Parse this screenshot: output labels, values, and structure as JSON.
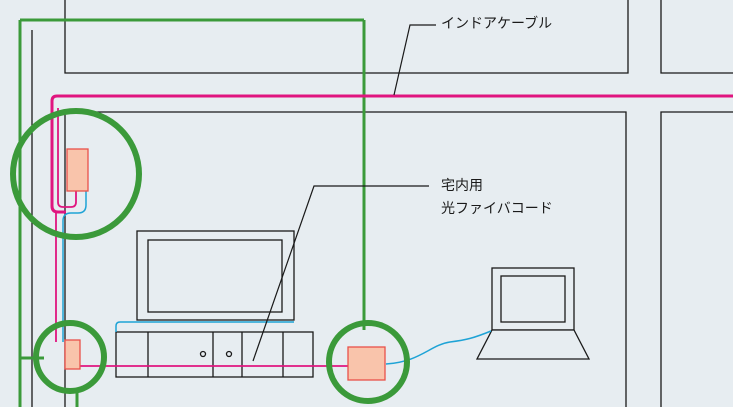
{
  "labels": {
    "indoor_cable": "インドアケーブル",
    "fiber_cord_line1": "宅内用",
    "fiber_cord_line2": "光ファイバコード"
  },
  "colors": {
    "background": "#e7edf1",
    "outline": "#1a1a1a",
    "indoor_cable": "#e0157f",
    "fiber_cord": "#1ea3d6",
    "highlight_circle": "#3b9a3a",
    "device_fill": "#f9c4ab",
    "device_stroke": "#e9514a",
    "label_text": "#1a1a1a"
  }
}
